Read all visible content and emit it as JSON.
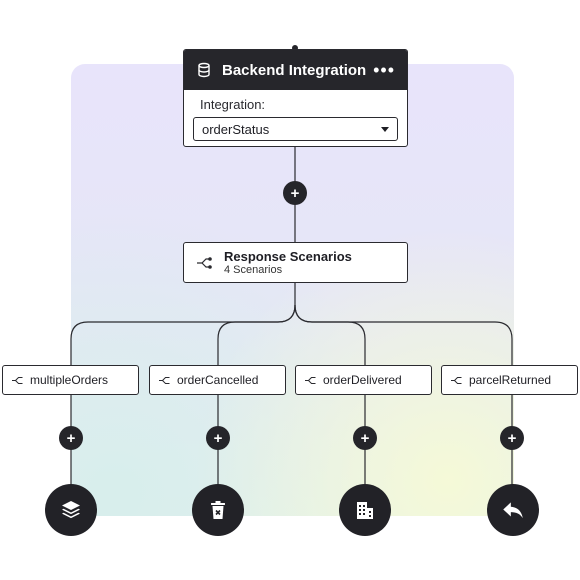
{
  "backend_node": {
    "title": "Backend Integration",
    "menu_icon": "more-horizontal-icon",
    "icon": "database-icon",
    "field_label": "Integration:",
    "selected": "orderStatus"
  },
  "add_symbol": "+",
  "scenarios_node": {
    "icon": "split-icon",
    "title": "Response Scenarios",
    "subtitle": "4 Scenarios"
  },
  "branches": [
    {
      "label": "multipleOrders",
      "end_icon": "layers-icon"
    },
    {
      "label": "orderCancelled",
      "end_icon": "trash-x-icon"
    },
    {
      "label": "orderDelivered",
      "end_icon": "building-icon"
    },
    {
      "label": "parcelReturned",
      "end_icon": "reply-icon"
    }
  ],
  "colors": {
    "dark": "#26262b",
    "canvas_top": "#e8e4fb",
    "canvas_bottom": "#e4efee",
    "node_bg": "#ffffff"
  }
}
